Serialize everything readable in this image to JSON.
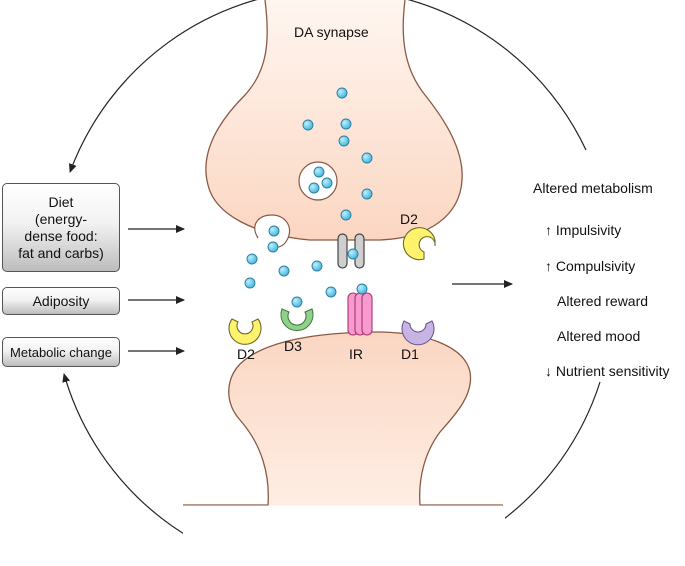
{
  "title": "DA synapse",
  "inputs": {
    "diet": [
      "Diet",
      "(energy-",
      "dense food:",
      "fat and carbs)"
    ],
    "adiposity": "Adiposity",
    "metabolic_change": "Metabolic change"
  },
  "receptors": {
    "d2_pre": "D2",
    "d2_post": "D2",
    "d3": "D3",
    "ir": "IR",
    "d1": "D1"
  },
  "outcomes": {
    "altered_metabolism": "Altered metabolism",
    "impulsivity": "↑ Impulsivity",
    "compulsivity": "↑ Compulsivity",
    "altered_reward": "Altered reward",
    "altered_mood": "Altered mood",
    "nutrient_sensitivity": "↓ Nutrient sensitivity"
  },
  "colors": {
    "neuron_fill": "#fde0cf",
    "neuron_stroke": "#8a5a44",
    "dopamine_fill": "#5fc3e6",
    "d2_fill": "#fff36e",
    "d3_fill": "#8fd18b",
    "ir_fill": "#f59bcf",
    "d1_fill": "#c7b4e2",
    "transporter_fill": "#c8c8c8"
  }
}
